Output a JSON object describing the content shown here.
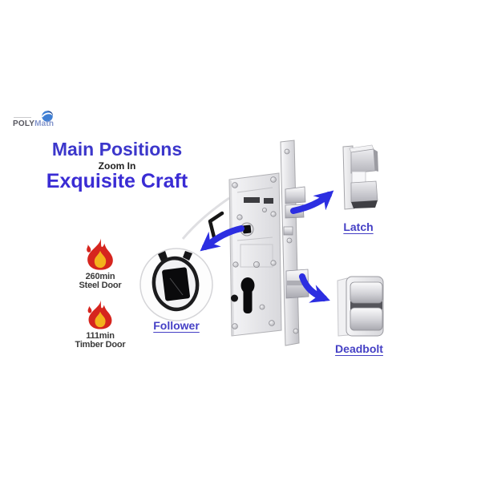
{
  "brand": {
    "name_left": "POLY",
    "name_right": "Math"
  },
  "heading": {
    "title": "Main Positions",
    "subtitle": "Zoom In",
    "tagline": "Exquisite Craft"
  },
  "fire_ratings": [
    {
      "minutes": "260min",
      "door": "Steel Door"
    },
    {
      "minutes": "111min",
      "door": "Timber Door"
    }
  ],
  "parts": {
    "latch": "Latch",
    "follower": "Follower",
    "deadbolt": "Deadbolt"
  },
  "colors": {
    "title_blue": "#3c37cb",
    "tagline_blue": "#3a2cd4",
    "subtitle_black": "#1e1e1e",
    "part_label_blue": "#4540c5",
    "arrow_blue": "#2c2ee1",
    "flame_red": "#d6251e",
    "flame_yellow": "#f3b21c",
    "rating_text": "#3a3a3a"
  }
}
